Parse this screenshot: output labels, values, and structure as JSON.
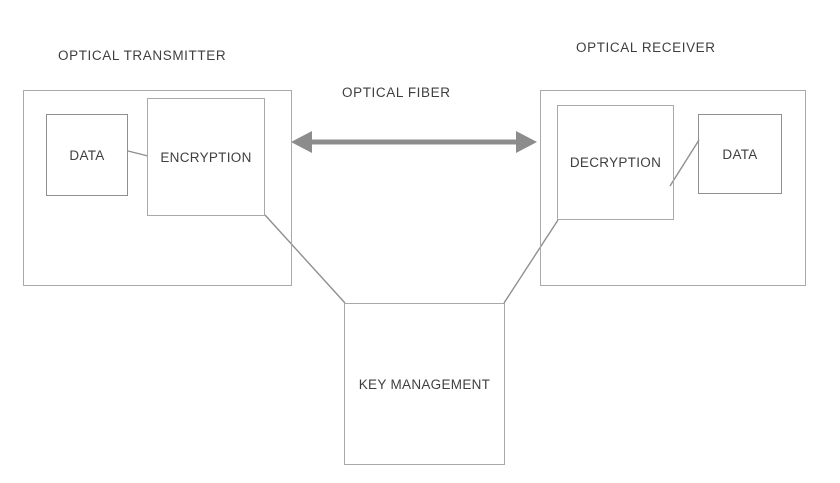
{
  "diagram": {
    "title_transmitter": "OPTICAL TRANSMITTER",
    "title_receiver": "OPTICAL RECEIVER",
    "title_fiber": "OPTICAL FIBER",
    "colors": {
      "box_stroke": "#a9a9a9",
      "box_stroke_strong": "#8f8f8f",
      "arrow": "#8c8c8c",
      "connector": "#8f8f8f",
      "text": "#3f3f3f",
      "background": "#ffffff"
    },
    "nodes": {
      "transmitter_container": {
        "label": ""
      },
      "receiver_container": {
        "label": ""
      },
      "data_in": {
        "label": "DATA"
      },
      "encryption": {
        "label": "ENCRYPTION"
      },
      "decryption": {
        "label": "DECRYPTION"
      },
      "data_out": {
        "label": "DATA"
      },
      "key_management": {
        "label": "KEY MANAGEMENT"
      }
    },
    "connections": [
      {
        "name": "data-to-encryption",
        "from": "data_in",
        "to": "encryption",
        "style": "line"
      },
      {
        "name": "optical-fiber-link",
        "from": "transmitter_container",
        "to": "receiver_container",
        "style": "double-arrow"
      },
      {
        "name": "encryption-to-key-management",
        "from": "encryption",
        "to": "key_management",
        "style": "line"
      },
      {
        "name": "key-management-to-decryption",
        "from": "key_management",
        "to": "decryption",
        "style": "line"
      },
      {
        "name": "decryption-to-data",
        "from": "decryption",
        "to": "data_out",
        "style": "line"
      }
    ]
  }
}
